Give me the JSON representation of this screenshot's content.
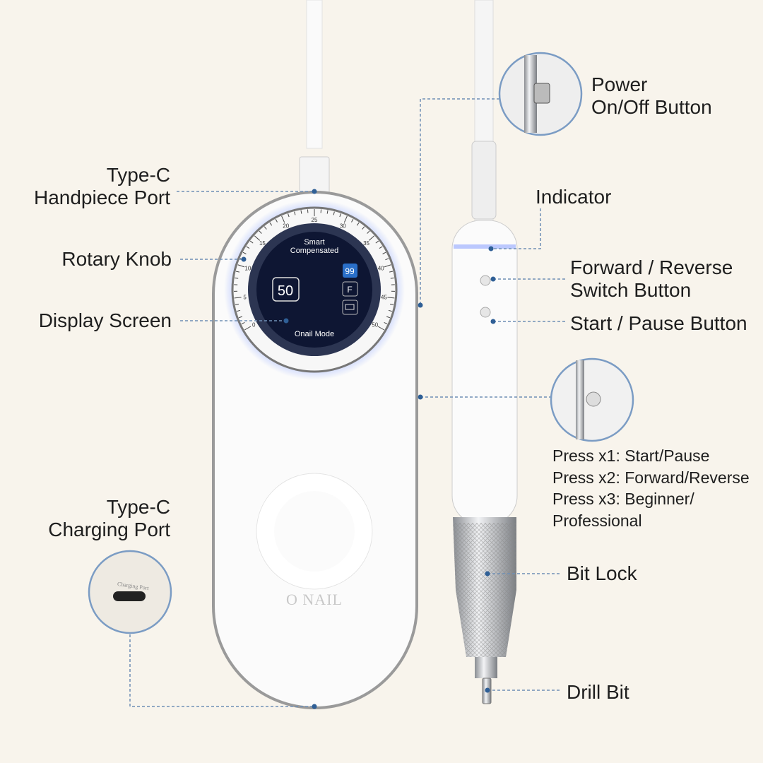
{
  "labels": {
    "handpiece_port": [
      "Type-C",
      "Handpiece Port"
    ],
    "rotary_knob": "Rotary Knob",
    "display_screen": "Display Screen",
    "charging_port": [
      "Type-C",
      "Charging Port"
    ],
    "power": [
      "Power",
      "On/Off Button"
    ],
    "indicator": "Indicator",
    "forward_reverse": [
      "Forward / Reverse",
      "Switch Button"
    ],
    "start_pause": "Start / Pause Button",
    "bit_lock": "Bit Lock",
    "drill_bit": "Drill Bit"
  },
  "press_instructions": [
    "Press x1: Start/Pause",
    "Press x2: Forward/Reverse",
    "Press x3: Beginner/",
    "Professional"
  ],
  "screen": {
    "title": [
      "Smart",
      "Compensated"
    ],
    "speed": "50",
    "badge_99": "99",
    "badge_f": "F",
    "mode": "Onail Mode",
    "dial_ticks": [
      "0",
      "5",
      "10",
      "15",
      "20",
      "25",
      "30",
      "35",
      "40",
      "45",
      "50"
    ]
  },
  "brand": "O NAIL",
  "charging_port_engraving": "Charging Port",
  "colors": {
    "background": "#f8f4ec",
    "leader": "#6f8fb5",
    "screen": "#0e1633",
    "badge_blue": "#2a6fc9"
  }
}
